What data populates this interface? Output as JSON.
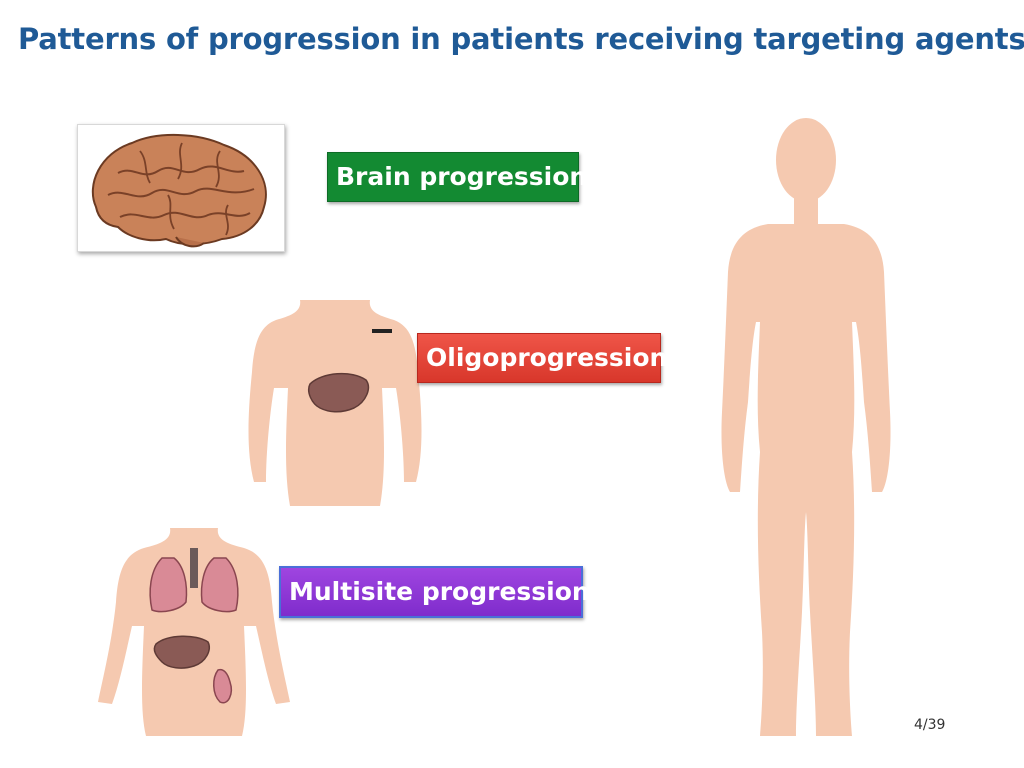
{
  "slide": {
    "title": "Patterns of progression in patients receiving targeting agents",
    "labels": {
      "brain": "Brain progression",
      "oligo": "Oligoprogression",
      "multisite": "Multisite progression"
    },
    "page_number": "4/39"
  },
  "colors": {
    "title": "#1f5a96",
    "brain_box": "#138a32",
    "oligo_box": "#e2453a",
    "multisite_box": "#8b35d6",
    "skin": "#f5c9b0",
    "liver": "#8a5a55"
  }
}
